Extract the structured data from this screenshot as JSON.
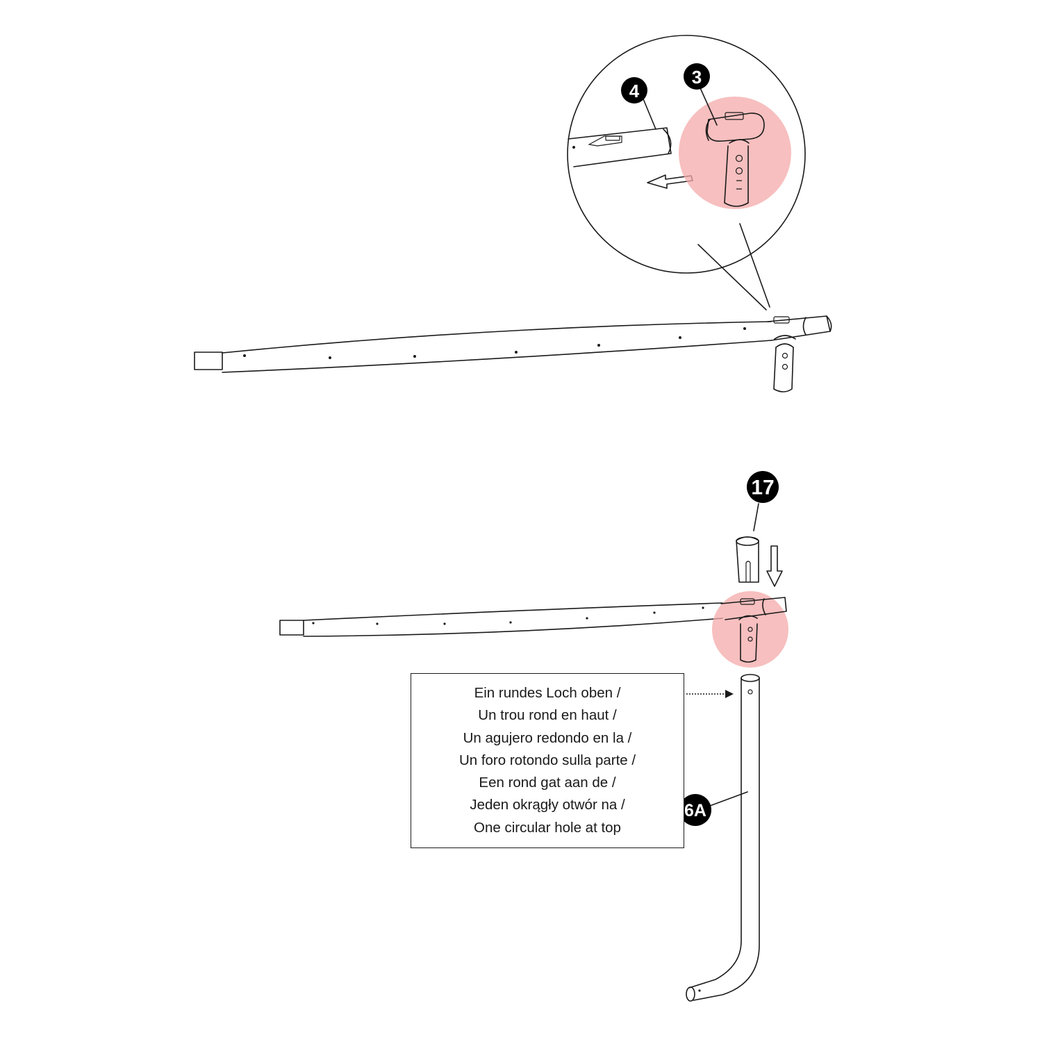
{
  "callouts": {
    "part_3": "3",
    "part_4": "4",
    "part_17": "17",
    "part_6a": "6A"
  },
  "note": {
    "lines": [
      "Ein rundes Loch oben /",
      "Un trou rond en haut /",
      "Un agujero redondo en la /",
      "Un foro rotondo sulla parte /",
      "Een rond gat aan de /",
      "Jeden okrągły otwór na /",
      "One circular hole at top"
    ]
  },
  "colors": {
    "line": "#1a1a1a",
    "highlight": "#f4a9a9",
    "badge": "#000000",
    "background": "#ffffff"
  }
}
